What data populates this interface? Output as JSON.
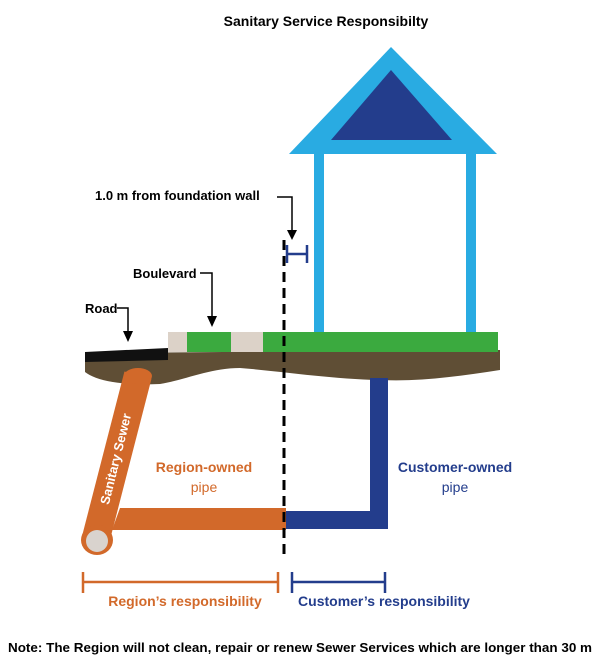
{
  "title": "Sanitary Service Responsibilty",
  "labels": {
    "foundation_distance": "1.0 m from foundation wall",
    "boulevard": "Boulevard",
    "road": "Road",
    "sanitary_sewer": "Sanitary Sewer",
    "region_owned_line1": "Region-owned",
    "region_owned_line2": "pipe",
    "customer_owned_line1": "Customer-owned",
    "customer_owned_line2": "pipe",
    "region_responsibility": "Region’s responsibility",
    "customer_responsibility": "Customer’s responsibility"
  },
  "note": "Note: The Region will not clean, repair or renew Sewer Services which are longer than 30 m",
  "colors": {
    "house": "#29ABE2",
    "house_roof_inner": "#233D8C",
    "region": "#D2692A",
    "customer": "#233D8C",
    "grass": "#3BAA3F",
    "soil": "#5F4E35",
    "road": "#111111",
    "pavement": "#DCD2C8",
    "sewer_end": "#D9D3CE"
  }
}
